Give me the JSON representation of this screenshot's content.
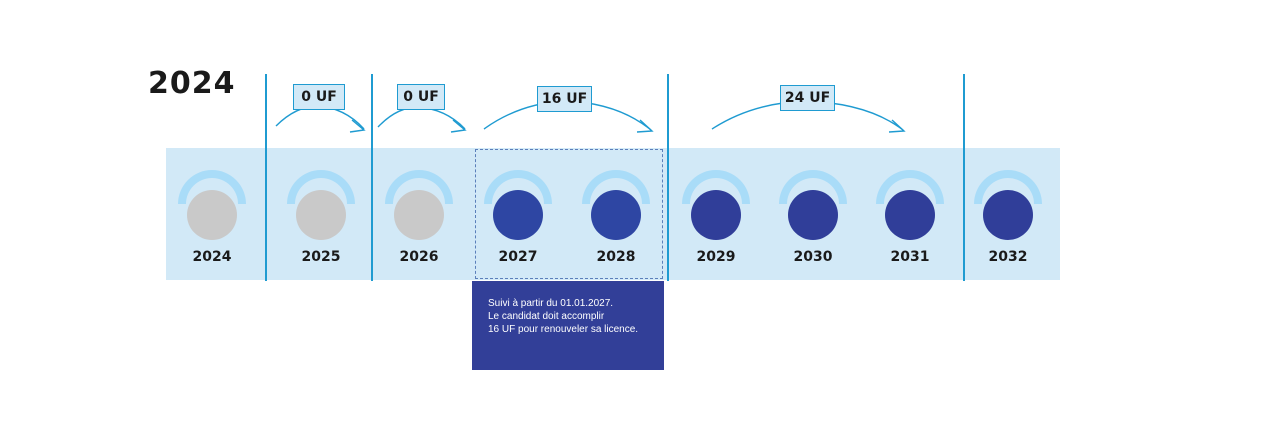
{
  "title": "2024",
  "years": [
    {
      "label": "2024",
      "state": "past"
    },
    {
      "label": "2025",
      "state": "past"
    },
    {
      "label": "2026",
      "state": "past"
    },
    {
      "label": "2027",
      "state": "active"
    },
    {
      "label": "2028",
      "state": "active"
    },
    {
      "label": "2029",
      "state": "future"
    },
    {
      "label": "2030",
      "state": "future"
    },
    {
      "label": "2031",
      "state": "future"
    },
    {
      "label": "2032",
      "state": "future"
    }
  ],
  "periods": [
    {
      "badge": "0 UF"
    },
    {
      "badge": "0 UF"
    },
    {
      "badge": "16  UF"
    },
    {
      "badge": "24 UF"
    }
  ],
  "note": {
    "lines": [
      "Suivi à partir du 01.01.2027.",
      "Le candidat doit accomplir",
      "16 UF pour renouveler sa licence."
    ]
  },
  "colors": {
    "band": "#d2e9f7",
    "divider": "#1f9bd1",
    "past_dot": "#c9c9c9",
    "active_dot": "#2e46a3",
    "future_dot": "#303e99",
    "note_bg": "#323f98"
  }
}
